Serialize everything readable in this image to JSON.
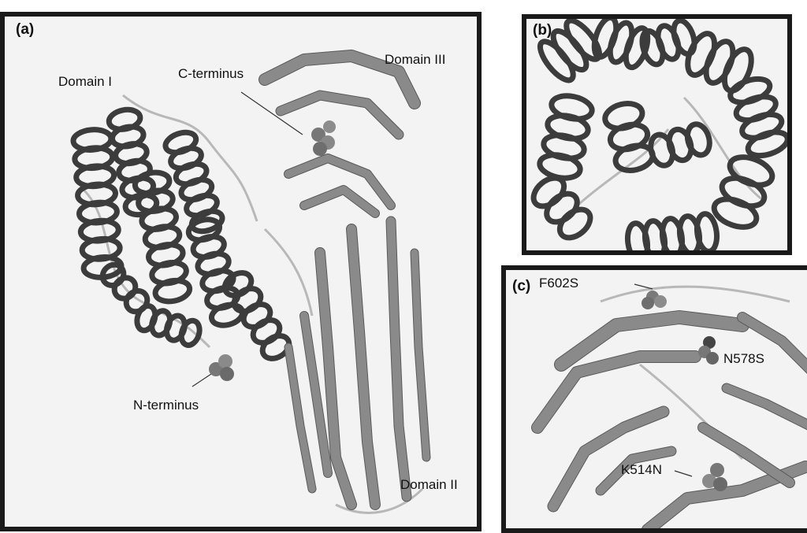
{
  "panel_a": {
    "tag": "(a)",
    "labels": {
      "domain_i": "Domain I",
      "domain_ii": "Domain II",
      "domain_iii": "Domain III",
      "c_terminus": "C-terminus",
      "n_terminus": "N-terminus"
    }
  },
  "panel_b": {
    "tag": "(b)"
  },
  "panel_c": {
    "tag": "(c)",
    "mutations": [
      "F602S",
      "N578S",
      "K514N"
    ]
  },
  "colors": {
    "helix": "#3c3c3c",
    "strand": "#8a8a8a",
    "coil": "#b8b8b8",
    "frame": "#1a1a1a"
  }
}
